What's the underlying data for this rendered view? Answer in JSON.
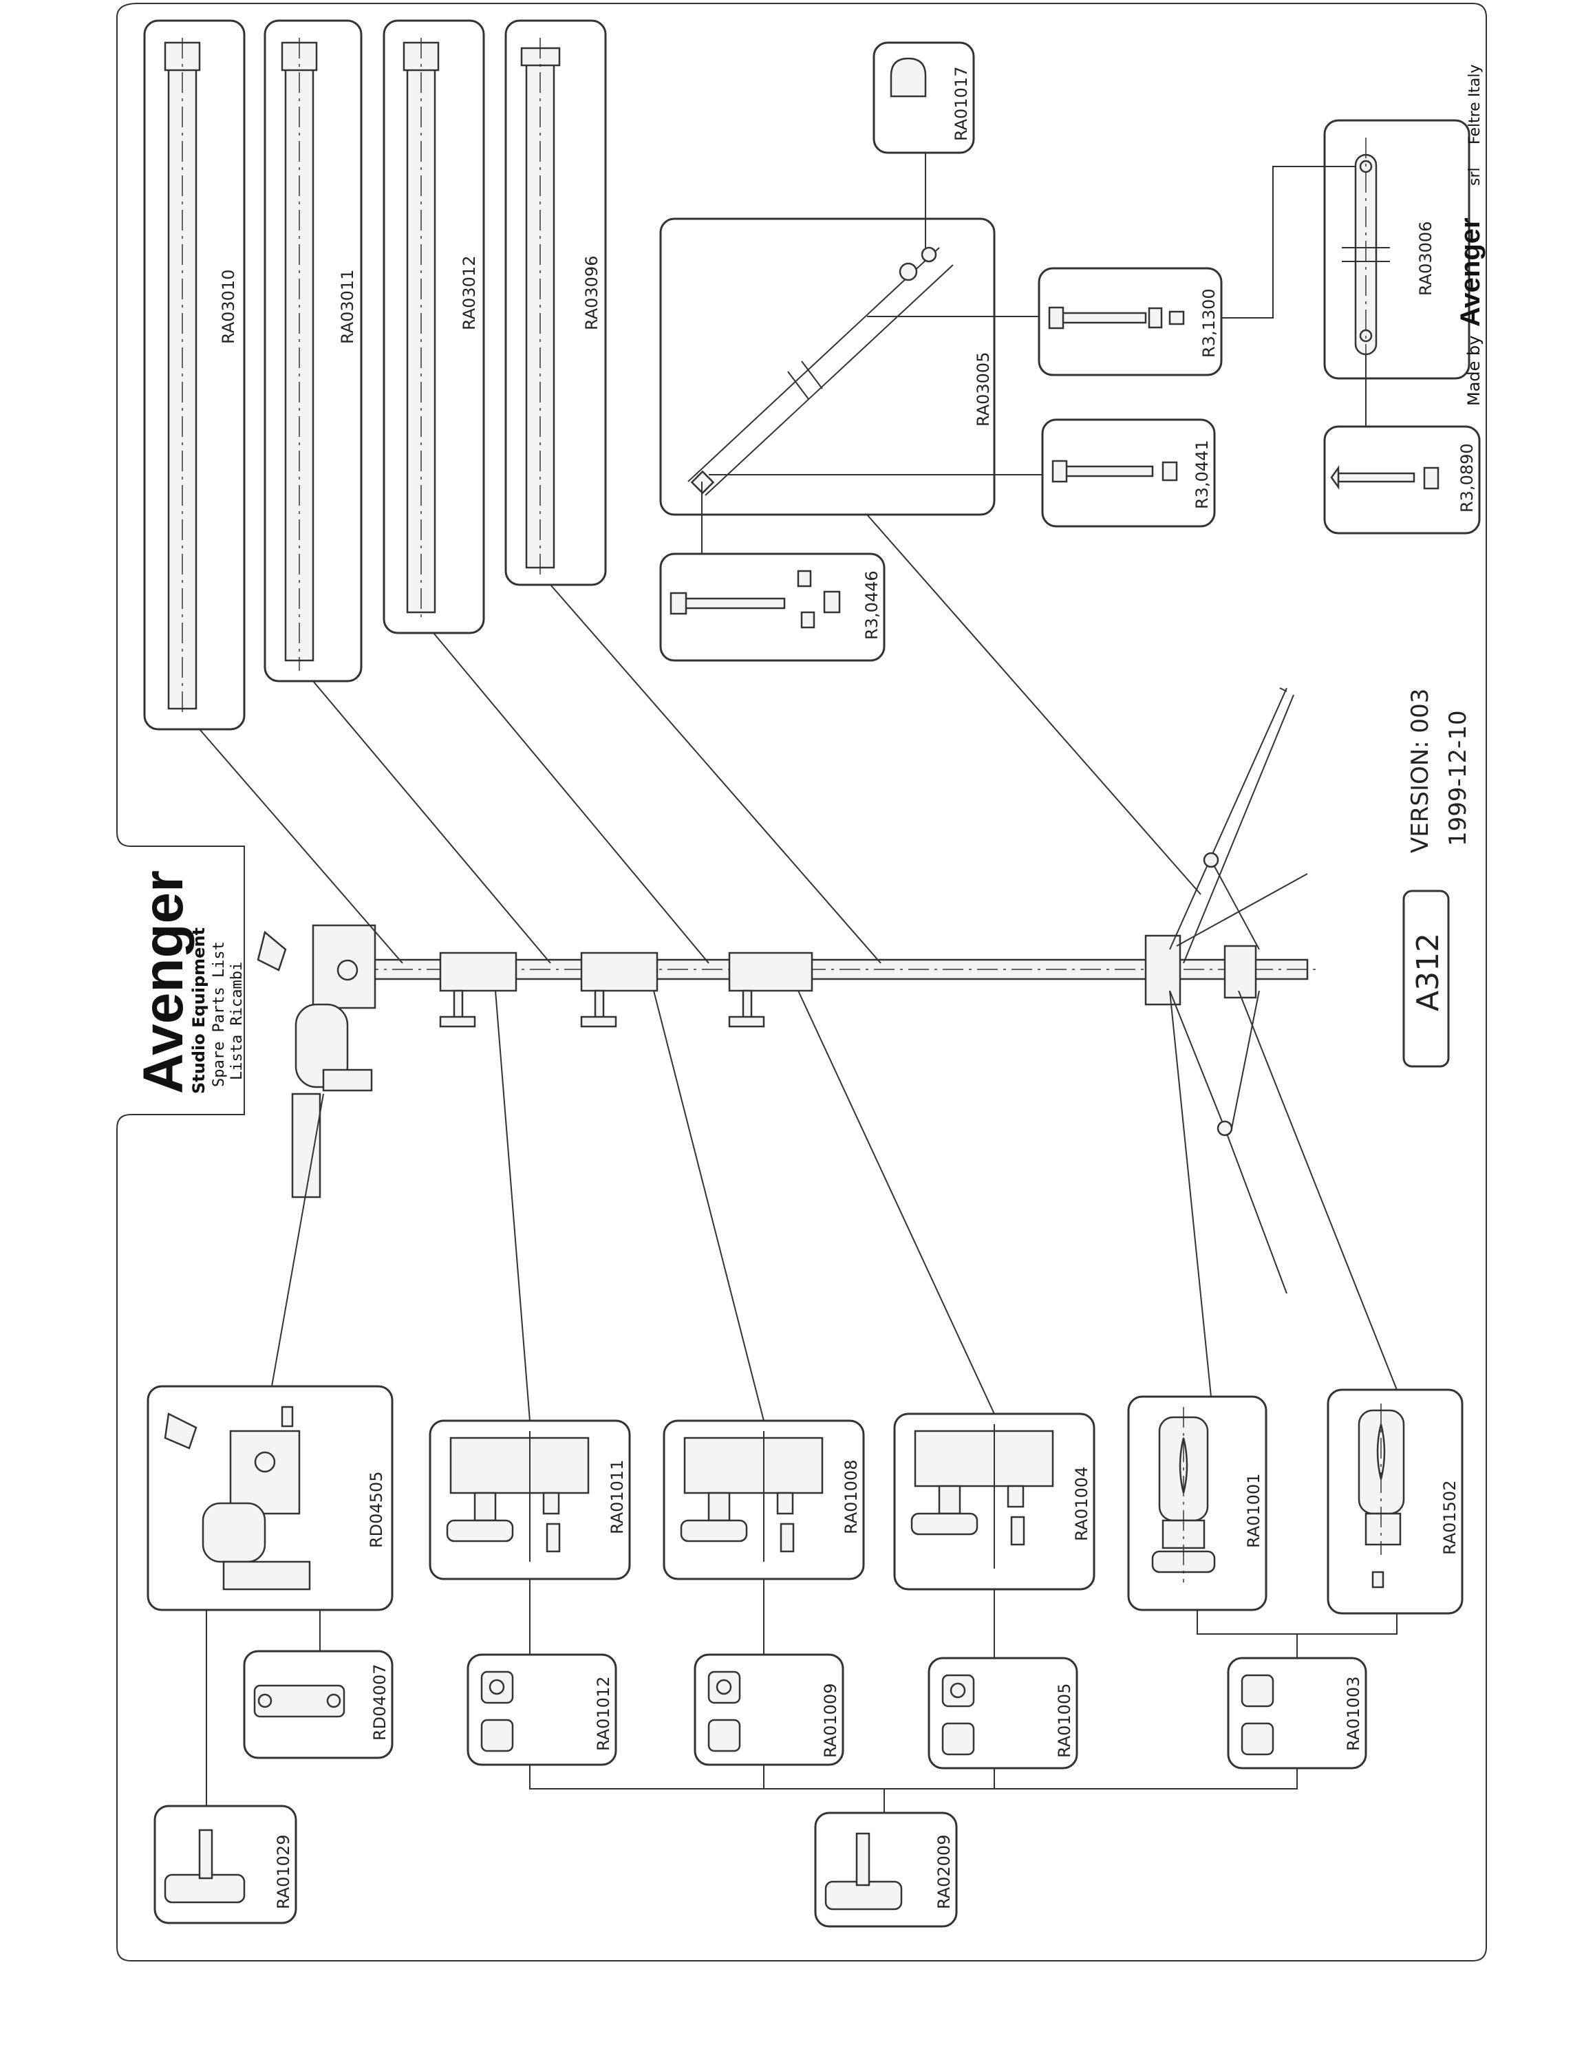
{
  "brand": {
    "name": "Avenger",
    "subtitle": "Studio Equipment",
    "line1": "Spare Parts List",
    "line2": "Lista Ricambi"
  },
  "model": "A312",
  "version": {
    "label": "VERSION: 003",
    "date": "1999-12-10"
  },
  "footer": {
    "made_by": "Made by",
    "brand": "Avenger",
    "suffix": "srl",
    "location": "Feltre Italy"
  },
  "tubes": [
    "RA03010",
    "RA03011",
    "RA03012",
    "RA03096"
  ],
  "leg_group": {
    "arm": "RA03005",
    "cap": "RA01017",
    "bolts": [
      "R3,0446",
      "R3,0441",
      "R3,1300",
      "R3,0890"
    ],
    "link": "RA03006"
  },
  "clamps": [
    "RD04505",
    "RA01011",
    "RA01008",
    "RA01004",
    "RA01001",
    "RA01502"
  ],
  "sub_parts": [
    "RD04007",
    "RA01012",
    "RA01009",
    "RA01005",
    "RA01003"
  ],
  "knobs": [
    "RA01029",
    "RA02009"
  ],
  "colors": {
    "ink": "#333333",
    "paper": "#ffffff"
  }
}
